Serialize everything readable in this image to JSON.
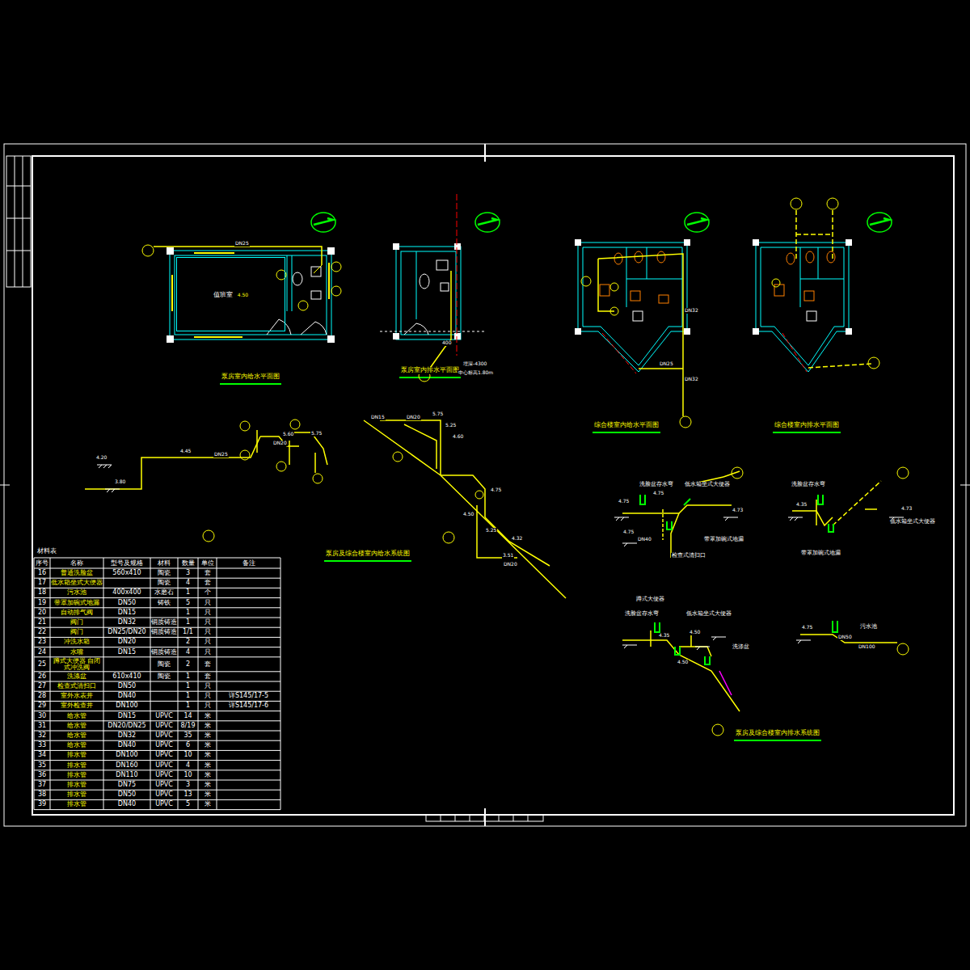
{
  "diagram": {
    "nodes": [
      {
        "text": [
          "值班室",
          "4.50"
        ]
      }
    ],
    "labels": [
      "泵房室内给水平面图",
      "泵房室内排水平面图",
      "综合楼室内给水平面图",
      "综合楼室内排水平面图",
      "泵房及综合楼室内给水系统图",
      "泵房及综合楼室内排水系统图",
      "DN25",
      "4.20",
      "3.80",
      "4.45",
      "DN25",
      "5.60",
      "DN20",
      "5.75",
      "DN15",
      "DN20",
      "5.75",
      "5.25",
      "4.60",
      "4.75",
      "4.50",
      "5.25",
      "4.32",
      "3.51",
      "DN20",
      "400",
      "埋深-4300",
      "中心标高1.80m",
      "DN32",
      "DN25",
      "DN32",
      "洗脸盆存水弯",
      "低水箱坐式大便器",
      "4.75",
      "4.75",
      "4.73",
      "4.75",
      "DN40",
      "带罩加碗式地漏",
      "检查式清扫口",
      "洗脸盆存水弯",
      "4.35",
      "4.73",
      "低水箱坐式大便器",
      "带罩加碗式地漏",
      "蹲式大便器",
      "洗脸盆存水弯",
      "低水箱坐式大便器",
      "4.50",
      "4.35",
      "洗涤盆",
      "4.50",
      "污水池",
      "4.75",
      "DN50",
      "DN100",
      "材料表",
      "序号",
      "名称",
      "型号及规格",
      "材料",
      "数量",
      "单位",
      "备注",
      "16",
      "普通洗脸盆",
      "560x410",
      "陶瓷",
      "3",
      "套",
      "17",
      "低水箱坐式大便器",
      "陶瓷",
      "4",
      "套",
      "18",
      "污水池",
      "400x400",
      "水磨石",
      "1",
      "个",
      "19",
      "带罩加碗式地漏",
      "DN50",
      "铸铁",
      "5",
      "只",
      "20",
      "自动排气阀",
      "DN15",
      "1",
      "只",
      "21",
      "阀门",
      "DN32",
      "铜质铸造",
      "1",
      "只",
      "22",
      "阀门",
      "DN25/DN20",
      "铜质铸造",
      "1/1",
      "只",
      "23",
      "冲洗水箱",
      "DN20",
      "2",
      "只",
      "24",
      "水嘴",
      "DN15",
      "铜质铸造",
      "4",
      "只",
      "25",
      "蹲式大便器 自闭式冲洗阀",
      "陶瓷",
      "2",
      "套",
      "26",
      "洗涤盆",
      "610x410",
      "陶瓷",
      "1",
      "套",
      "27",
      "检查式清扫口",
      "DN50",
      "1",
      "只",
      "28",
      "室外水表井",
      "DN40",
      "1",
      "只",
      "详S145/17-5",
      "29",
      "室外检查井",
      "DN100",
      "1",
      "只",
      "详S145/17-6",
      "30",
      "给水管",
      "DN15",
      "UPVC",
      "14",
      "米",
      "31",
      "给水管",
      "DN20/DN25",
      "UPVC",
      "8/19",
      "米",
      "32",
      "给水管",
      "DN32",
      "UPVC",
      "35",
      "米",
      "33",
      "给水管",
      "DN40",
      "UPVC",
      "6",
      "米",
      "34",
      "排水管",
      "DN100",
      "UPVC",
      "10",
      "米",
      "35",
      "排水管",
      "DN160",
      "UPVC",
      "4",
      "米",
      "36",
      "排水管",
      "DN110",
      "UPVC",
      "10",
      "米",
      "37",
      "排水管",
      "DN75",
      "UPVC",
      "3",
      "米",
      "38",
      "排水管",
      "DN50",
      "UPVC",
      "13",
      "米",
      "39",
      "排水管",
      "DN40",
      "UPVC",
      "5",
      "米"
    ]
  }
}
